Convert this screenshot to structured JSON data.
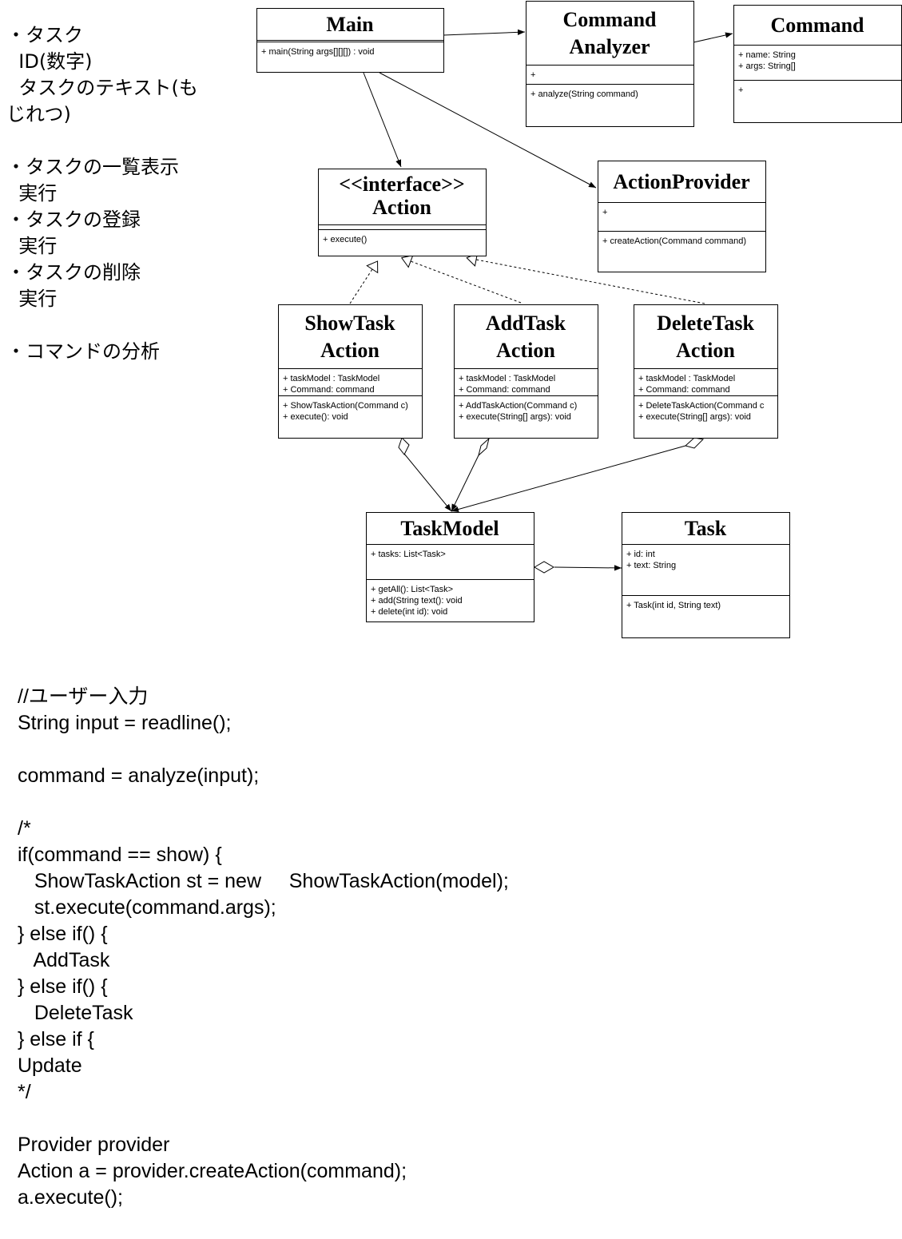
{
  "notes": [
    "・タスク",
    "  ID(数字)",
    "  タスクのテキスト(も",
    "じれつ)",
    "",
    "・タスクの一覧表示",
    "  実行",
    "・タスクの登録",
    "  実行",
    "・タスクの削除",
    "  実行",
    "",
    "・コマンドの分析"
  ],
  "classes": {
    "main": {
      "title": [
        "Main"
      ],
      "attributes": [],
      "operations": [
        "+  main(String args[][][]) : void"
      ]
    },
    "command_analyzer": {
      "title": [
        "Command",
        "Analyzer"
      ],
      "attributes": [
        "+"
      ],
      "operations": [
        "+ analyze(String command)"
      ]
    },
    "command": {
      "title": [
        "Command"
      ],
      "attributes": [
        "+ name: String",
        "+ args: String[]"
      ],
      "operations": [
        "+"
      ]
    },
    "action": {
      "title": [
        "<<interface>>",
        "Action"
      ],
      "attributes": [],
      "operations": [
        "+ execute()"
      ]
    },
    "action_provider": {
      "title": [
        "ActionProvider"
      ],
      "attributes": [
        "+"
      ],
      "operations": [
        "+ createAction(Command command)"
      ]
    },
    "show_task_action": {
      "title": [
        "ShowTask",
        "Action"
      ],
      "attributes": [
        "+ taskModel : TaskModel",
        "+ Command: command"
      ],
      "operations": [
        "+ ShowTaskAction(Command c)",
        "+ execute(): void"
      ]
    },
    "add_task_action": {
      "title": [
        "AddTask",
        "Action"
      ],
      "attributes": [
        "+ taskModel : TaskModel",
        "+ Command: command"
      ],
      "operations": [
        "+ AddTaskAction(Command c)",
        "+ execute(String[] args): void"
      ]
    },
    "delete_task_action": {
      "title": [
        "DeleteTask",
        "Action"
      ],
      "attributes": [
        "+ taskModel : TaskModel",
        "+ Command: command"
      ],
      "operations": [
        "+ DeleteTaskAction(Command c",
        "+ execute(String[] args): void"
      ]
    },
    "task_model": {
      "title": [
        "TaskModel"
      ],
      "attributes": [
        "+ tasks: List<Task>"
      ],
      "operations": [
        "+ getAll(): List<Task>",
        "+ add(String text(): void",
        "+ delete(int id): void"
      ]
    },
    "task": {
      "title": [
        "Task"
      ],
      "attributes": [
        "+ id: int",
        "+ text: String"
      ],
      "operations": [
        "+ Task(int id, String text)"
      ]
    }
  },
  "relations": [
    {
      "from": "main",
      "to": "command_analyzer",
      "kind": "association"
    },
    {
      "from": "command_analyzer",
      "to": "command",
      "kind": "association"
    },
    {
      "from": "main",
      "to": "action",
      "kind": "association"
    },
    {
      "from": "main",
      "to": "action_provider",
      "kind": "association"
    },
    {
      "from": "show_task_action",
      "to": "action",
      "kind": "realization"
    },
    {
      "from": "add_task_action",
      "to": "action",
      "kind": "realization"
    },
    {
      "from": "delete_task_action",
      "to": "action",
      "kind": "realization"
    },
    {
      "from": "show_task_action",
      "to": "task_model",
      "kind": "aggregation"
    },
    {
      "from": "add_task_action",
      "to": "task_model",
      "kind": "aggregation"
    },
    {
      "from": "delete_task_action",
      "to": "task_model",
      "kind": "aggregation"
    },
    {
      "from": "task_model",
      "to": "task",
      "kind": "aggregation"
    }
  ],
  "code": [
    "//ユーザー入力",
    "String input = readline();",
    "",
    "command = analyze(input);",
    "",
    "/*",
    "if(command == show) {",
    "   ShowTaskAction st = new     ShowTaskAction(model);",
    "   st.execute(command.args);",
    "} else if() {",
    "   AddTask",
    "} else if() {",
    "   DeleteTask",
    "} else if {",
    "Update",
    "*/",
    "",
    "Provider provider",
    "Action a = provider.createAction(command);",
    "a.execute();"
  ]
}
